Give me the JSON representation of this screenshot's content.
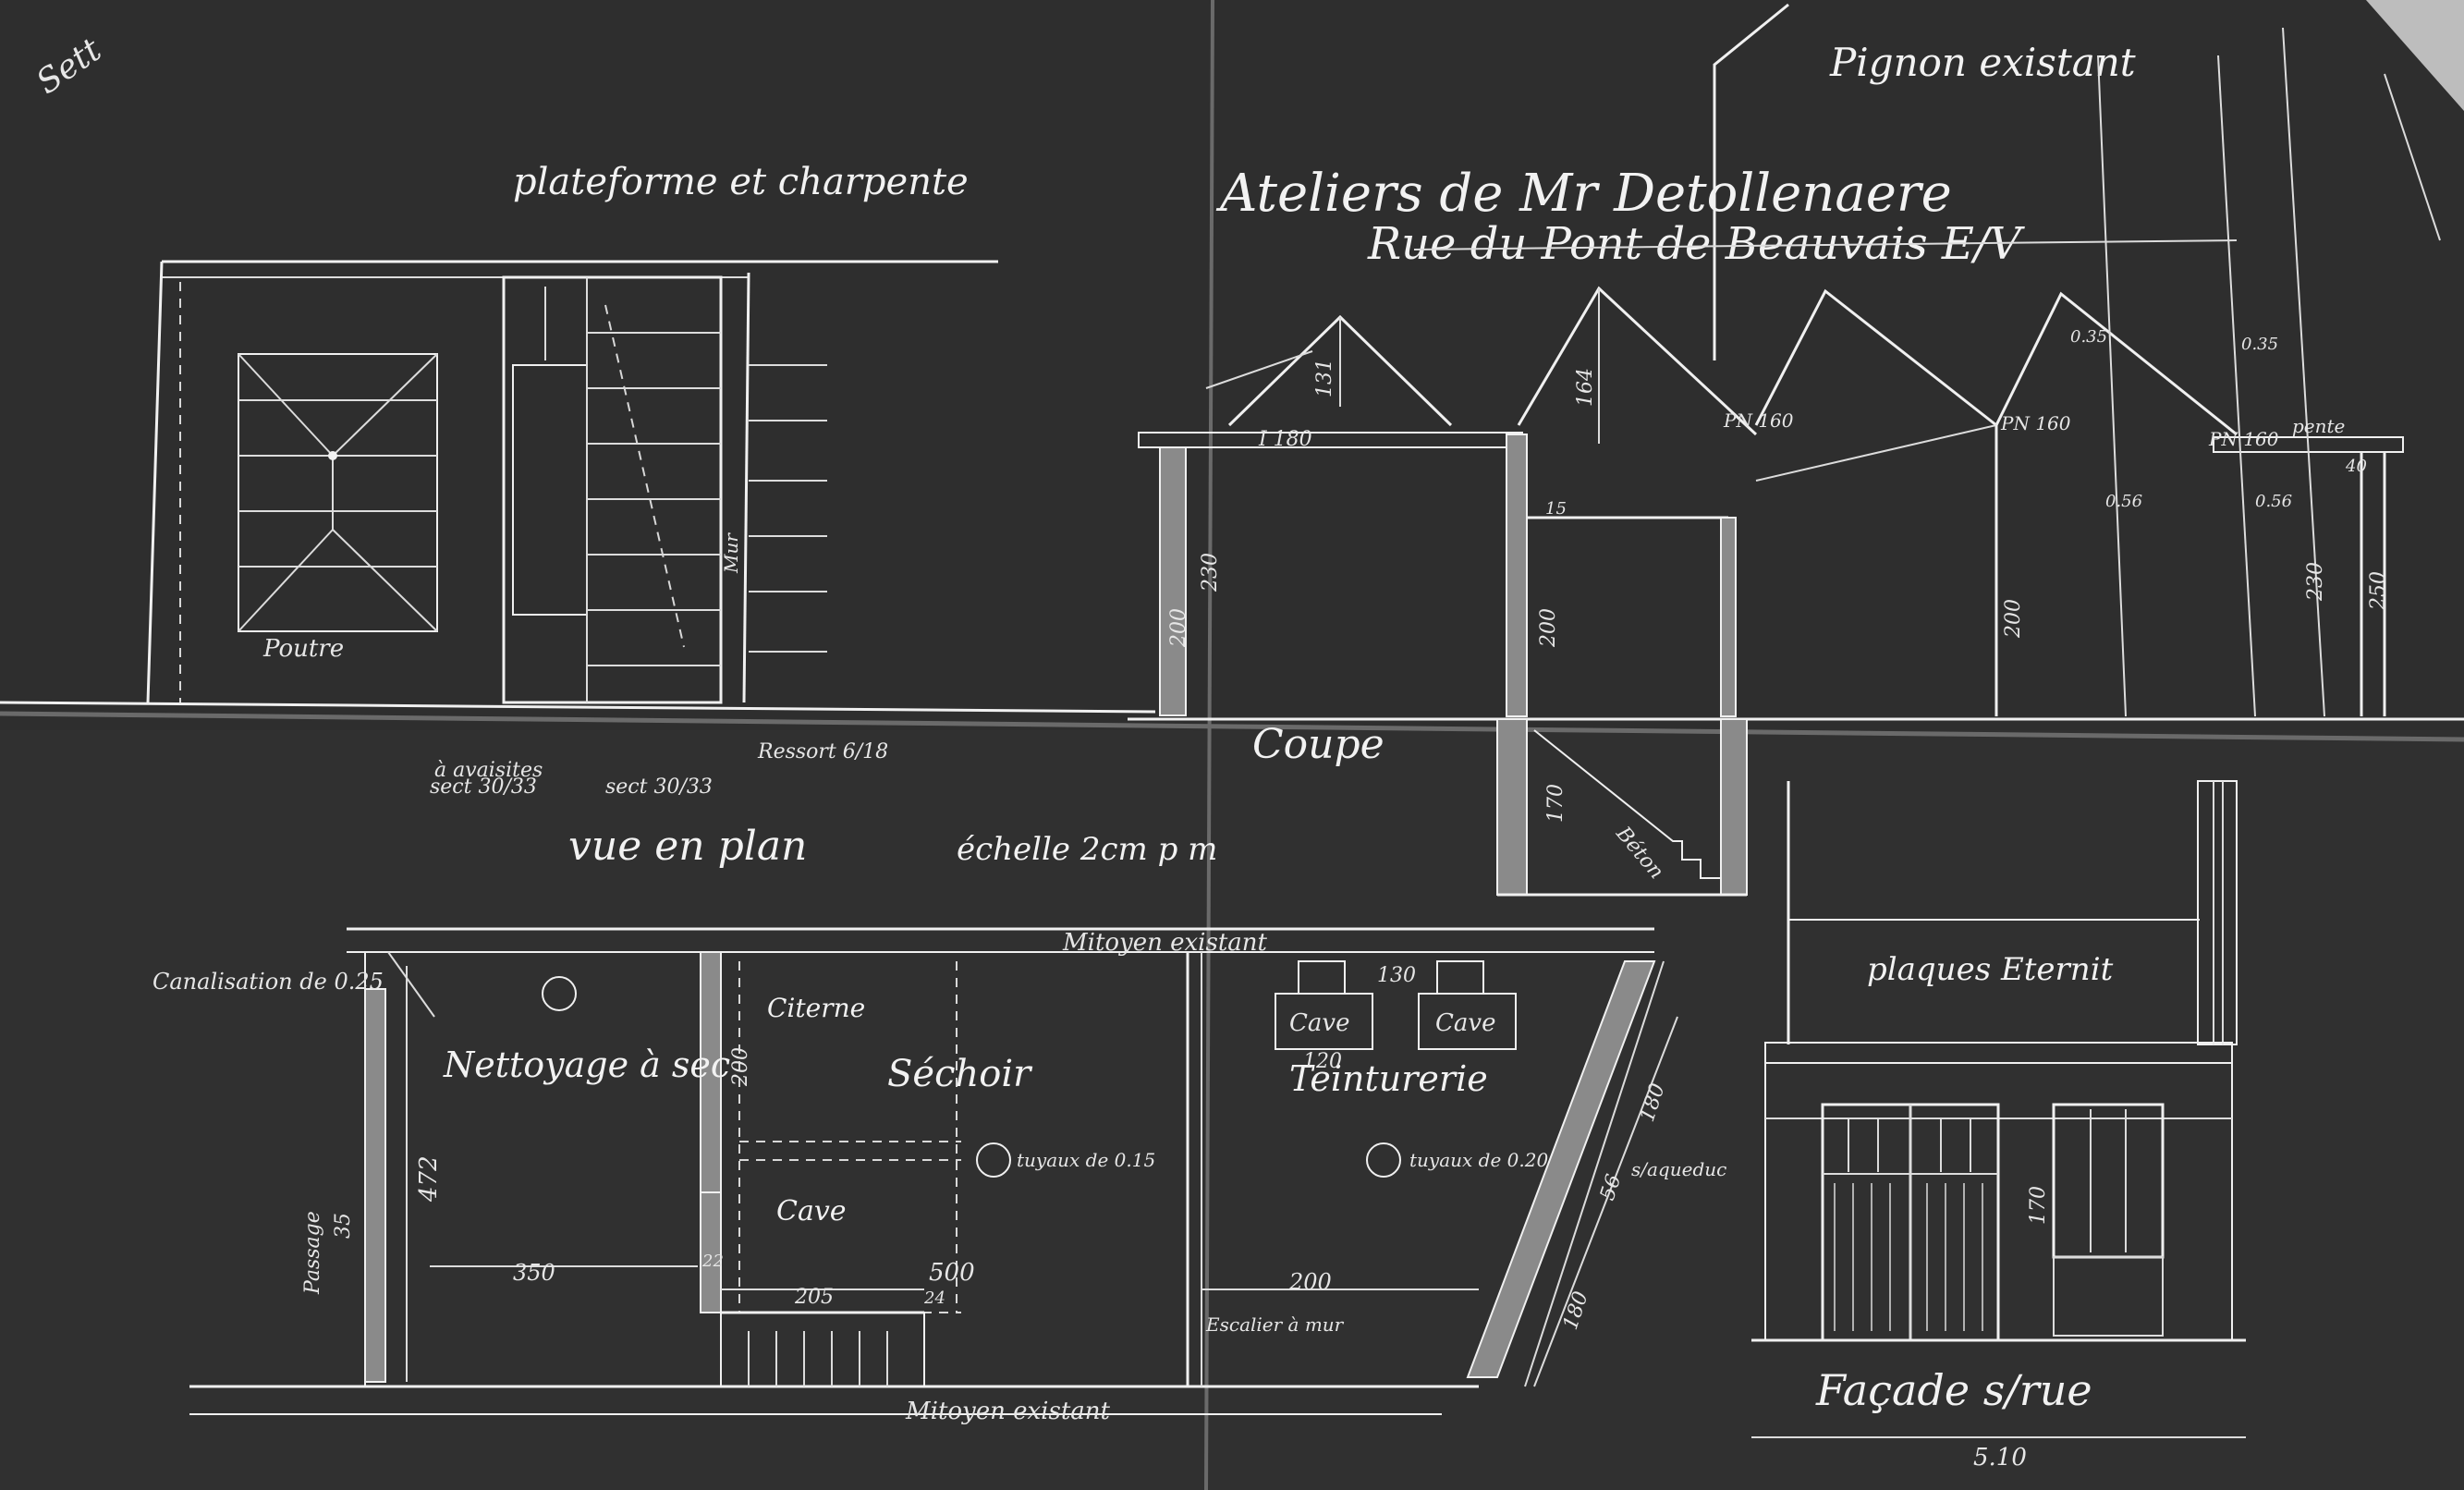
{
  "colors": {
    "paper": "#2e2e2e",
    "ink": "#f2f2f2",
    "fold": "#6a6a6a"
  },
  "titles": {
    "corner_mark": "Sett",
    "gable": "Pignon existant",
    "platform": "plateforme et charpente",
    "workshop": "Ateliers de Mr Detollenaere",
    "street": "Rue du Pont de Beauvais E/V",
    "section": "Coupe",
    "plan_view": "vue en plan",
    "scale": "échelle 2cm p m",
    "facade": "Façade s/rue",
    "eternit": "plaques Eternit"
  },
  "platform_notes": {
    "resort": "Ressort 6/18",
    "sect_a": "sect 30/33",
    "sect_b": "sect 30/33",
    "poutre": "Poutre",
    "avaisites": "à avaisites",
    "mur": "Mur"
  },
  "section_labels": {
    "i180": "I 180",
    "pn1": "PN 160",
    "pn2": "PN 160",
    "pn3": "PN 160",
    "h1": "131",
    "h2": "164",
    "dim_200a": "200",
    "dim_230a": "230",
    "dim_200b": "200",
    "dim_200c": "200",
    "dim_230b": "230",
    "dim_250": "250",
    "dim_170": "170",
    "dim_056a": "0.56",
    "dim_056b": "0.56",
    "dim_035a": "0.35",
    "dim_035b": "0.35",
    "dim_15": "15",
    "dim_40": "40",
    "pente": "pente",
    "beton": "Béton"
  },
  "plan_labels": {
    "mitoyen_top": "Mitoyen existant",
    "mitoyen_bottom": "Mitoyen existant",
    "canalisation": "Canalisation de 0.25",
    "nettoyage": "Nettoyage à sec",
    "citerne": "Citerne",
    "sechoir": "Séchoir",
    "teinturerie": "Teinturerie",
    "cave_main": "Cave",
    "cave1": "Cave",
    "cave2": "Cave",
    "cave_dim": "120",
    "dim_130": "130",
    "dim_472": "472",
    "dim_350": "350",
    "dim_500": "500",
    "dim_205": "205",
    "dim_200": "200",
    "dim_22": "22",
    "dim_24": "24",
    "dim_35": "35",
    "dim_200b": "200",
    "dim_180": "180",
    "dim_56": "56",
    "dim_180b": "180",
    "tuyaux1": "tuyaux de 0.15",
    "tuyaux2": "tuyaux de 0.20",
    "aqueduc": "s/aqueduc",
    "escalier": "Escalier à mur",
    "passage": "Passage"
  },
  "facade_labels": {
    "dim_170": "170",
    "dim_510": "5.10"
  }
}
